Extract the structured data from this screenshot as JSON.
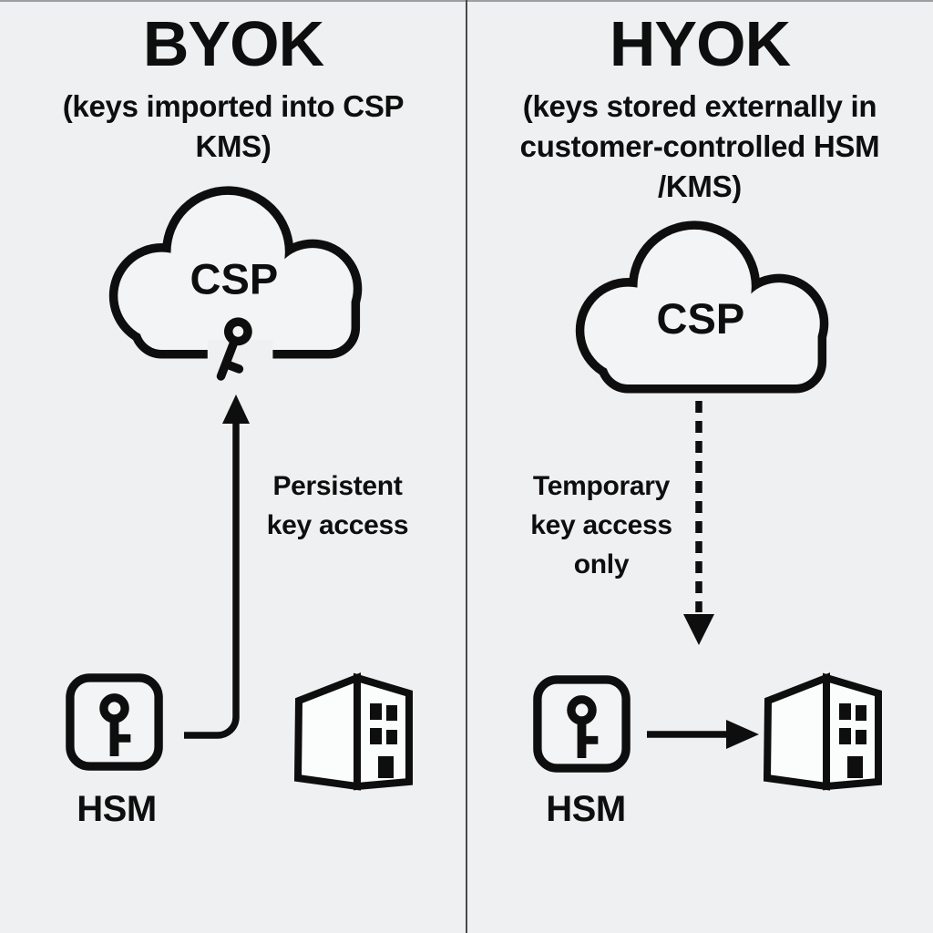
{
  "colors": {
    "background": "#eef0f1",
    "ink": "#0e0e0e",
    "divider": "#4a4a4a",
    "shapefill": "#f3f4f5",
    "buildingfill": "#fbfcfc",
    "topline": "#9aa0a3"
  },
  "left_panel": {
    "title": "BYOK",
    "subtitle": "(keys imported into CSP\nKMS)",
    "cloud_label": "CSP",
    "flow_label": "Persistent\nkey access",
    "hsm_label": "HSM"
  },
  "right_panel": {
    "title": "HYOK",
    "subtitle": "(keys stored externally in\ncustomer-controlled HSM\n/KMS)",
    "cloud_label": "CSP",
    "flow_label": "Temporary\nkey access\nonly",
    "hsm_label": "HSM"
  }
}
